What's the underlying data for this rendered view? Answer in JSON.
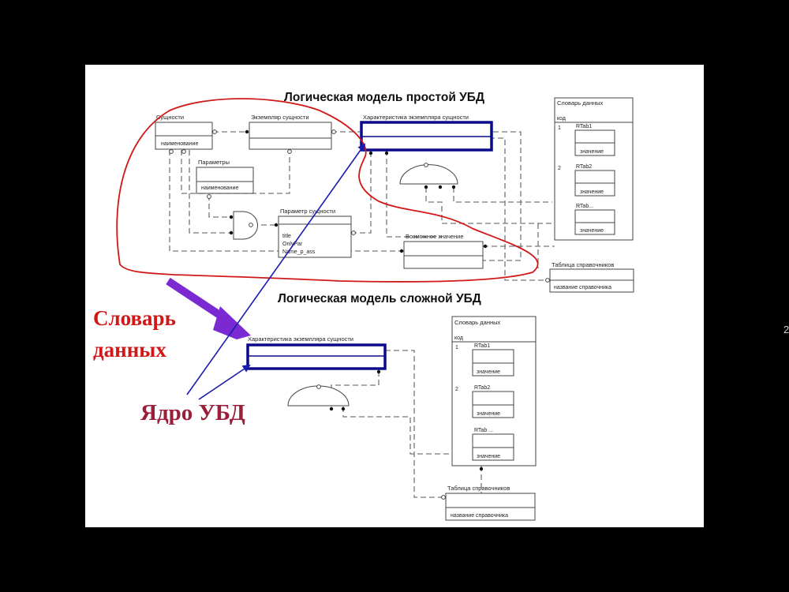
{
  "simple_model": {
    "title": "Логическая модель простой УБД",
    "entities": {
      "suschnosti": {
        "title": "Сущности",
        "attr": "наименование"
      },
      "ekzemplyar": {
        "title": "Экземпляр сущности"
      },
      "harakteristika": {
        "title": "Характеристика экземпляра сущности"
      },
      "parametry": {
        "title": "Параметры",
        "attr": "наименование"
      },
      "parametr_suschnosti": {
        "title": "Параметр сущности",
        "attrs": [
          "title",
          "OnlyPar",
          "Name_p_ass"
        ]
      },
      "vozmozhnoe": {
        "title": "Возможное значение"
      },
      "tablica": {
        "title": "Таблица справочников",
        "attr": "название справочника"
      }
    },
    "dictionary": {
      "title": "Словарь данных",
      "key_label": "код",
      "rows": [
        {
          "num": "1",
          "name": "RTab1",
          "value": "значение"
        },
        {
          "num": "2",
          "name": "RTab2",
          "value": "значение"
        },
        {
          "num": "",
          "name": "RTab...",
          "value": "значение"
        }
      ]
    }
  },
  "complex_model": {
    "title": "Логическая модель сложной УБД",
    "entities": {
      "harakteristika": {
        "title": "Характеристика экземпляра сущности"
      },
      "tablica": {
        "title": "Таблица справочников",
        "attr": "название справочника"
      }
    },
    "dictionary": {
      "title": "Словарь данных",
      "key_label": "код",
      "rows": [
        {
          "num": "1",
          "name": "RTab1",
          "value": "значение"
        },
        {
          "num": "2",
          "name": "RTab2",
          "value": "значение"
        },
        {
          "num": "",
          "name": "RTab ...",
          "value": "значение"
        }
      ]
    }
  },
  "callouts": {
    "dictionary_line1": "Словарь",
    "dictionary_line2": "данных",
    "core": "Ядро УБД",
    "edge_mark": "2"
  },
  "colors": {
    "background": "#000000",
    "paper": "#ffffff",
    "dictionary_callout": "#d01818",
    "core_callout": "#9a1f3a",
    "core_arrow": "#1a1ab0",
    "purple_arrow": "#7a2ad0",
    "highlight_box": "#0a0a8a"
  }
}
